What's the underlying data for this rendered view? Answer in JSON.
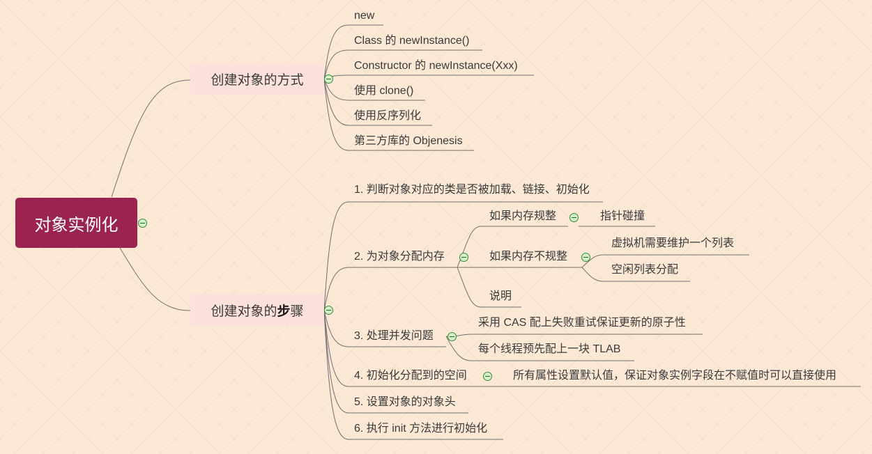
{
  "root": {
    "label": "对象实例化"
  },
  "ways": {
    "label": "创建对象的方式",
    "items": [
      "new",
      "Class 的 newInstance()",
      "Constructor 的 newInstance(Xxx)",
      "使用 clone()",
      "使用反序列化",
      "第三方库的 Objenesis"
    ]
  },
  "steps": {
    "label_part1": "创建对象的",
    "label_part2": "步",
    "label_part3": "骤",
    "step1": "1. 判断对象对应的类是否被加载、链接、初始化",
    "step2": {
      "label": "2. 为对象分配内存",
      "regular": {
        "label": "如果内存规整",
        "child": "指针碰撞"
      },
      "irregular": {
        "label": "如果内存不规整",
        "children": [
          "虚拟机需要维护一个列表",
          "空闲列表分配"
        ]
      },
      "note": "说明"
    },
    "step3": {
      "label": "3. 处理并发问题",
      "children": [
        "采用 CAS 配上失败重试保证更新的原子性",
        "每个线程预先配上一块 TLAB"
      ]
    },
    "step4": {
      "label": "4. 初始化分配到的空间",
      "child": "所有属性设置默认值，保证对象实例字段在不赋值时可以直接使用"
    },
    "step5": "5. 设置对象的对象头",
    "step6": "6. 执行 init 方法进行初始化"
  },
  "colors": {
    "background": "#fbe8d5",
    "root_fill": "#9b2350",
    "main_fill": "#fbe0dc",
    "line": "#707070",
    "toggle_fill": "#d7f0c8",
    "toggle_border": "#2f8a3c"
  }
}
